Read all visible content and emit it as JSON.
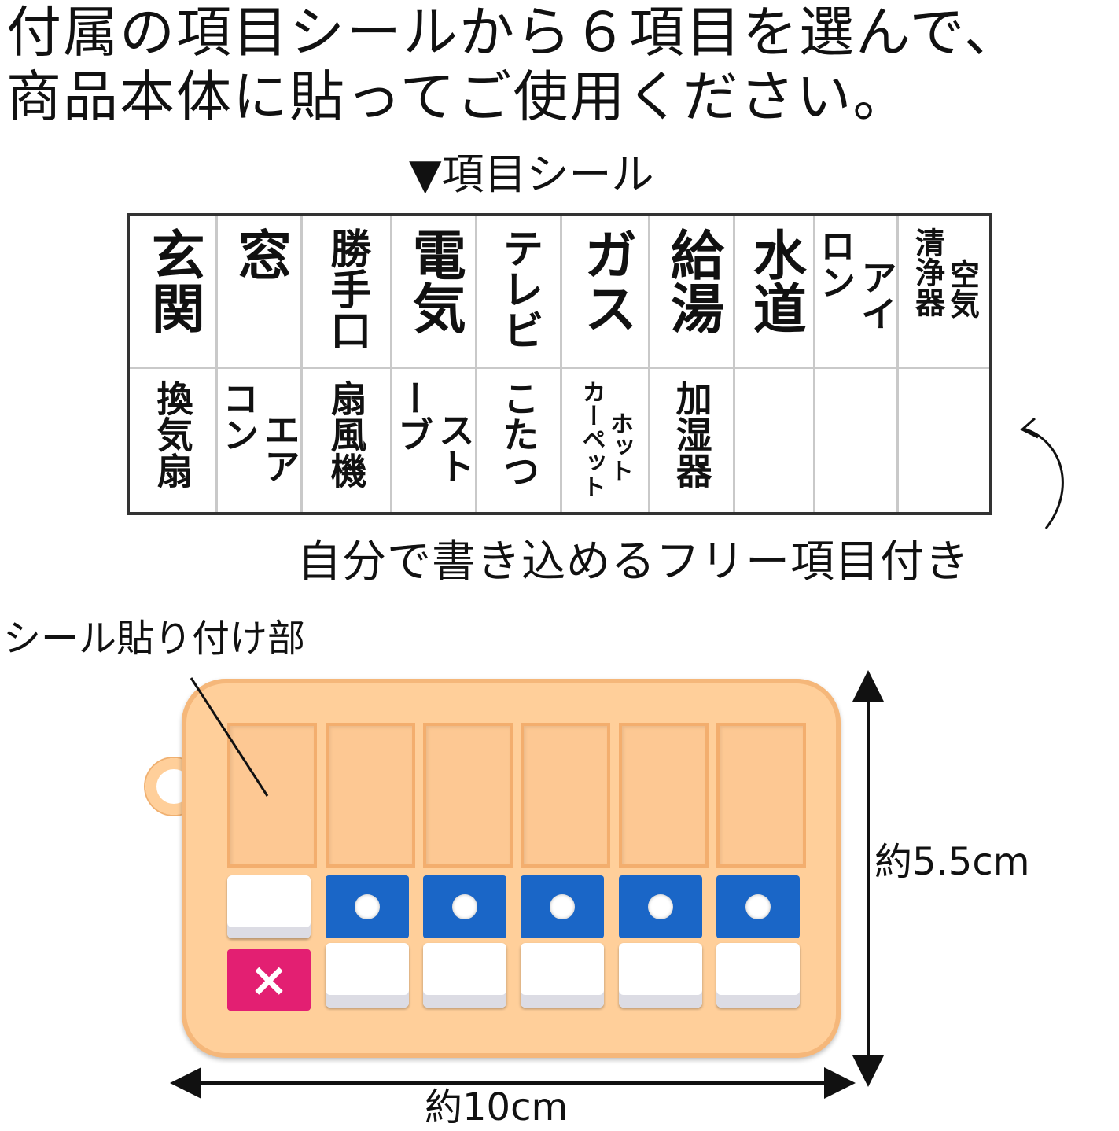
{
  "headline": "付属の項目シールから６項目を選んで、\n商品本体に貼ってご使用ください。",
  "sheet_title": "▼項目シール",
  "stickers_row1": [
    {
      "lines": [
        "玄関"
      ]
    },
    {
      "lines": [
        "窓"
      ]
    },
    {
      "lines": [
        "勝手口"
      ]
    },
    {
      "lines": [
        "電気"
      ]
    },
    {
      "lines": [
        "テレビ"
      ]
    },
    {
      "lines": [
        "ガス"
      ]
    },
    {
      "lines": [
        "給湯"
      ]
    },
    {
      "lines": [
        "水道"
      ]
    },
    {
      "lines": [
        "アイ",
        "ロン"
      ]
    },
    {
      "lines": [
        "空気",
        "清浄器"
      ]
    }
  ],
  "stickers_row2": [
    {
      "lines": [
        "換気扇"
      ]
    },
    {
      "lines": [
        "エア",
        "コン"
      ]
    },
    {
      "lines": [
        "扇風機"
      ]
    },
    {
      "lines": [
        "スト",
        "ーブ"
      ]
    },
    {
      "lines": [
        "こたつ"
      ]
    },
    {
      "lines": [
        "ホット",
        "カーペット"
      ]
    },
    {
      "lines": [
        "加湿器"
      ]
    },
    {
      "lines": [
        ""
      ]
    },
    {
      "lines": [
        ""
      ]
    },
    {
      "lines": [
        ""
      ]
    }
  ],
  "free_note": "自分で書き込めるフリー項目付き",
  "seal_area_label": "シール貼り付け部",
  "dimension_width": "約10cm",
  "dimension_height": "約5.5cm",
  "device": {
    "reset_button_symbol": "×",
    "body_color": "#ffcf9a",
    "blue_key_color": "#1a66c7",
    "reset_key_color": "#e31f72"
  }
}
